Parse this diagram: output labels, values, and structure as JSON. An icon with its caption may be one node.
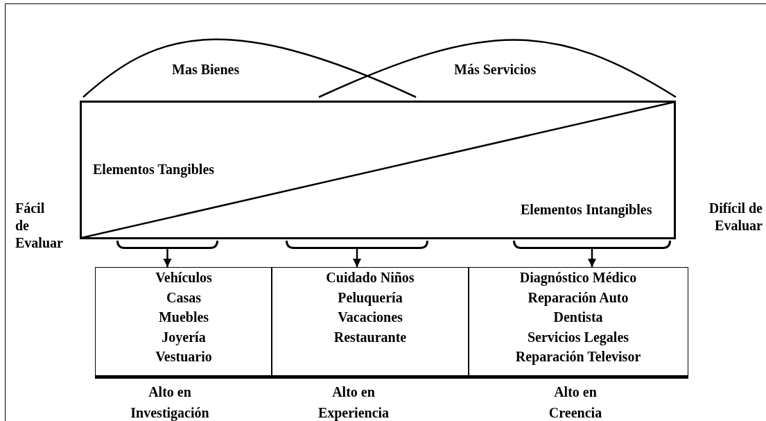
{
  "diagram": {
    "nodes": [
      {
        "text": [
          "Elementos Tangibles",
          "Elementos Intangibles"
        ]
      },
      {
        "text": [],
        "shape": "brace"
      },
      {
        "text": [],
        "shape": "brace"
      },
      {
        "text": [],
        "shape": "brace"
      },
      {
        "text": [
          "Vehículos",
          "Casas",
          "Muebles",
          "Joyería",
          "Vestuario"
        ]
      },
      {
        "text": [
          "Cuidado Niños",
          "Peluquería",
          "Vacaciones",
          "Restaurante"
        ]
      },
      {
        "text": [
          "Diagnóstico Médico",
          "Reparación Auto",
          "Dentista",
          "Servicios Legales",
          "Reparación Televisor"
        ]
      }
    ],
    "edges": [
      {
        "from": 1,
        "to": 4,
        "arrow": "to"
      },
      {
        "from": 2,
        "to": 5,
        "arrow": "to"
      },
      {
        "from": 3,
        "to": 6,
        "arrow": "to"
      }
    ],
    "labels": [
      "Mas Bienes",
      "Más Servicios",
      "Fácil de Evaluar",
      "Difícil de Evaluar",
      "Alto en Investigación",
      "Alto en Experiencia",
      "Alto en Creencia"
    ]
  }
}
